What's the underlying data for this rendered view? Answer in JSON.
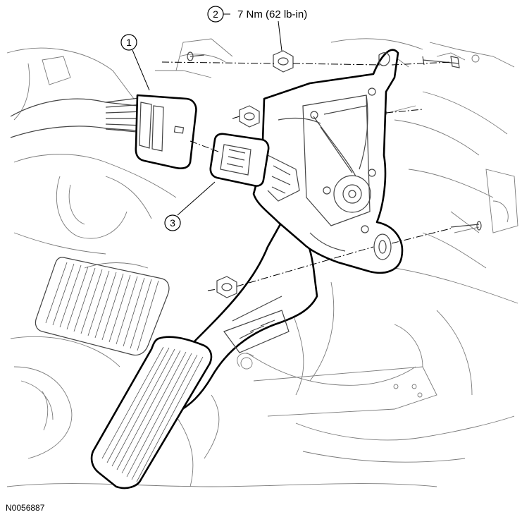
{
  "callouts": [
    {
      "number": "1"
    },
    {
      "number": "2",
      "text": "7 Nm (62 lb-in)"
    },
    {
      "number": "3"
    }
  ],
  "figure_id": "N0056887"
}
